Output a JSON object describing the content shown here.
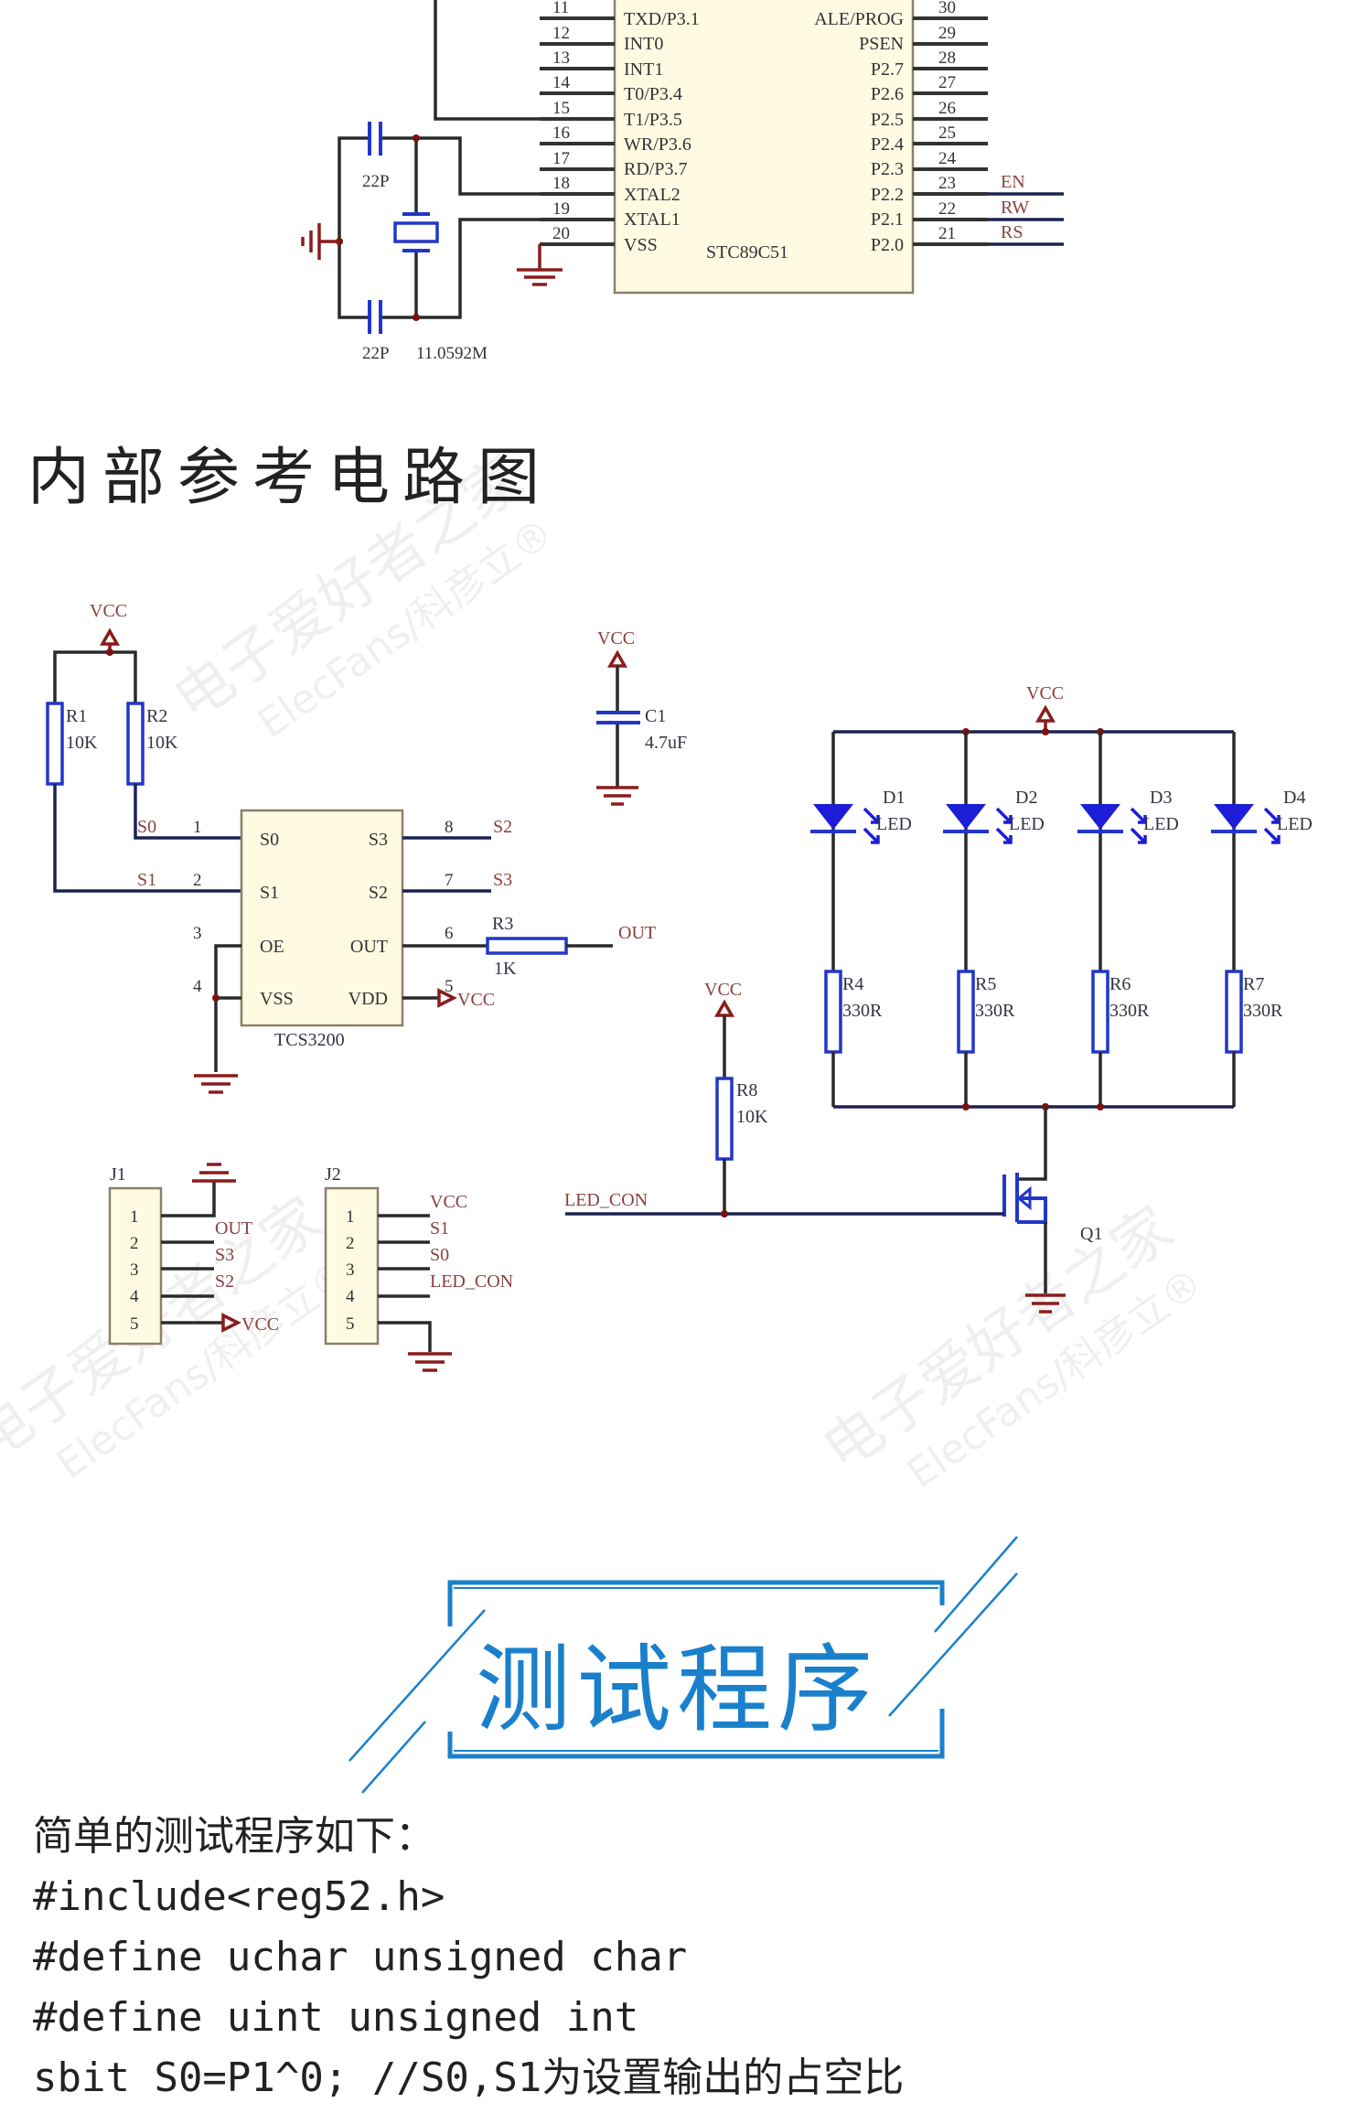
{
  "mcu": {
    "part": "STC89C51",
    "left_pins": [
      {
        "num": "11",
        "name": "TXD/P3.1"
      },
      {
        "num": "12",
        "name": "INT0"
      },
      {
        "num": "13",
        "name": "INT1"
      },
      {
        "num": "14",
        "name": "T0/P3.4"
      },
      {
        "num": "15",
        "name": "T1/P3.5"
      },
      {
        "num": "16",
        "name": "WR/P3.6"
      },
      {
        "num": "17",
        "name": "RD/P3.7"
      },
      {
        "num": "18",
        "name": "XTAL2"
      },
      {
        "num": "19",
        "name": "XTAL1"
      },
      {
        "num": "20",
        "name": "VSS"
      }
    ],
    "right_pins": [
      {
        "num": "30",
        "name": "ALE/PROG"
      },
      {
        "num": "29",
        "name": "PSEN"
      },
      {
        "num": "28",
        "name": "P2.7"
      },
      {
        "num": "27",
        "name": "P2.6"
      },
      {
        "num": "26",
        "name": "P2.5"
      },
      {
        "num": "25",
        "name": "P2.4"
      },
      {
        "num": "24",
        "name": "P2.3"
      },
      {
        "num": "23",
        "name": "P2.2",
        "net": "EN"
      },
      {
        "num": "22",
        "name": "P2.1",
        "net": "RW"
      },
      {
        "num": "21",
        "name": "P2.0",
        "net": "RS"
      }
    ],
    "crystal": {
      "cap_top": "22P",
      "cap_bottom": "22P",
      "freq": "11.0592M"
    }
  },
  "section_heading": "内部参考电路图",
  "tcs": {
    "part": "TCS3200",
    "vcc": "VCC",
    "r1": {
      "ref": "R1",
      "value": "10K"
    },
    "r2": {
      "ref": "R2",
      "value": "10K"
    },
    "left_pins": [
      {
        "num": "1",
        "name": "S0",
        "net": "S0"
      },
      {
        "num": "2",
        "name": "S1",
        "net": "S1"
      },
      {
        "num": "3",
        "name": "OE"
      },
      {
        "num": "4",
        "name": "VSS"
      }
    ],
    "right_pins": [
      {
        "num": "8",
        "name": "S3",
        "net": "S2"
      },
      {
        "num": "7",
        "name": "S2",
        "net": "S3"
      },
      {
        "num": "6",
        "name": "OUT"
      },
      {
        "num": "5",
        "name": "VDD",
        "net": "VCC"
      }
    ],
    "r3": {
      "ref": "R3",
      "value": "1K",
      "net": "OUT"
    }
  },
  "c1": {
    "vcc": "VCC",
    "ref": "C1",
    "value": "4.7uF"
  },
  "leds": {
    "vcc": "VCC",
    "diodes": [
      {
        "ref": "D1",
        "type": "LED"
      },
      {
        "ref": "D2",
        "type": "LED"
      },
      {
        "ref": "D3",
        "type": "LED"
      },
      {
        "ref": "D4",
        "type": "LED"
      }
    ],
    "resistors": [
      {
        "ref": "R4",
        "value": "330R"
      },
      {
        "ref": "R5",
        "value": "330R"
      },
      {
        "ref": "R6",
        "value": "330R"
      },
      {
        "ref": "R7",
        "value": "330R"
      }
    ],
    "r8": {
      "vcc": "VCC",
      "ref": "R8",
      "value": "10K"
    },
    "control_net": "LED_CON",
    "q1": "Q1"
  },
  "j1": {
    "ref": "J1",
    "pins": [
      "1",
      "2",
      "3",
      "4",
      "5"
    ],
    "nets": [
      "OUT",
      "S3",
      "S2"
    ],
    "vcc": "VCC"
  },
  "j2": {
    "ref": "J2",
    "pins": [
      "1",
      "2",
      "3",
      "4",
      "5"
    ],
    "nets": [
      "VCC",
      "S1",
      "S0",
      "LED_CON"
    ]
  },
  "banner_title": "测试程序",
  "code_lines": [
    "简单的测试程序如下：",
    "#include<reg52.h>",
    "#define uchar unsigned char",
    "#define uint unsigned int",
    "sbit S0=P1^0; //S0,S1为设置输出的占空比"
  ],
  "watermark": {
    "line1": "电子爱好者之家",
    "line2": "ElecFans/科彦立®"
  },
  "colors": {
    "banner": "#1a80cc",
    "component": "#2236c8",
    "power": "#8a1c1c",
    "chip_fill": "#fffbe3"
  }
}
